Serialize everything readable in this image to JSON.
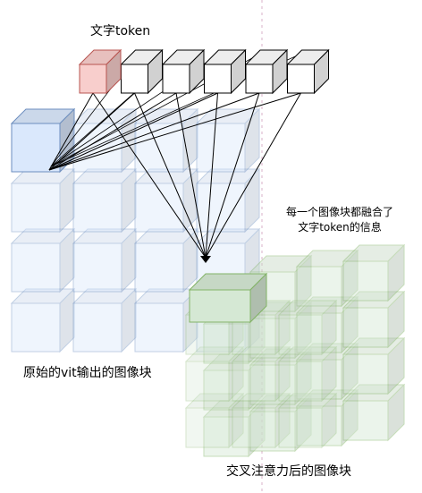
{
  "labels": {
    "text_token": "文字token",
    "original_blocks": "原始的vit输出的图像块",
    "fused_blocks": "交叉注意力后的图像块",
    "note_line1": "每一个图像块都融合了",
    "note_line2": "文字token的信息"
  },
  "colors": {
    "text_token_highlight": "#f8cecc",
    "text_token_highlight_stroke": "#b85450",
    "text_token": "#ffffff",
    "original_highlight": "#dae8fc",
    "original_highlight_stroke": "#6c8ebf",
    "fused_highlight": "#d5e8d4",
    "fused_highlight_stroke": "#82b366",
    "divider": "#d8b0c8"
  },
  "counts": {
    "text_tokens": 6,
    "original_grid_rows": 4,
    "original_grid_cols": 4,
    "fused_grid_rows": 4,
    "fused_grid_cols": 4
  }
}
